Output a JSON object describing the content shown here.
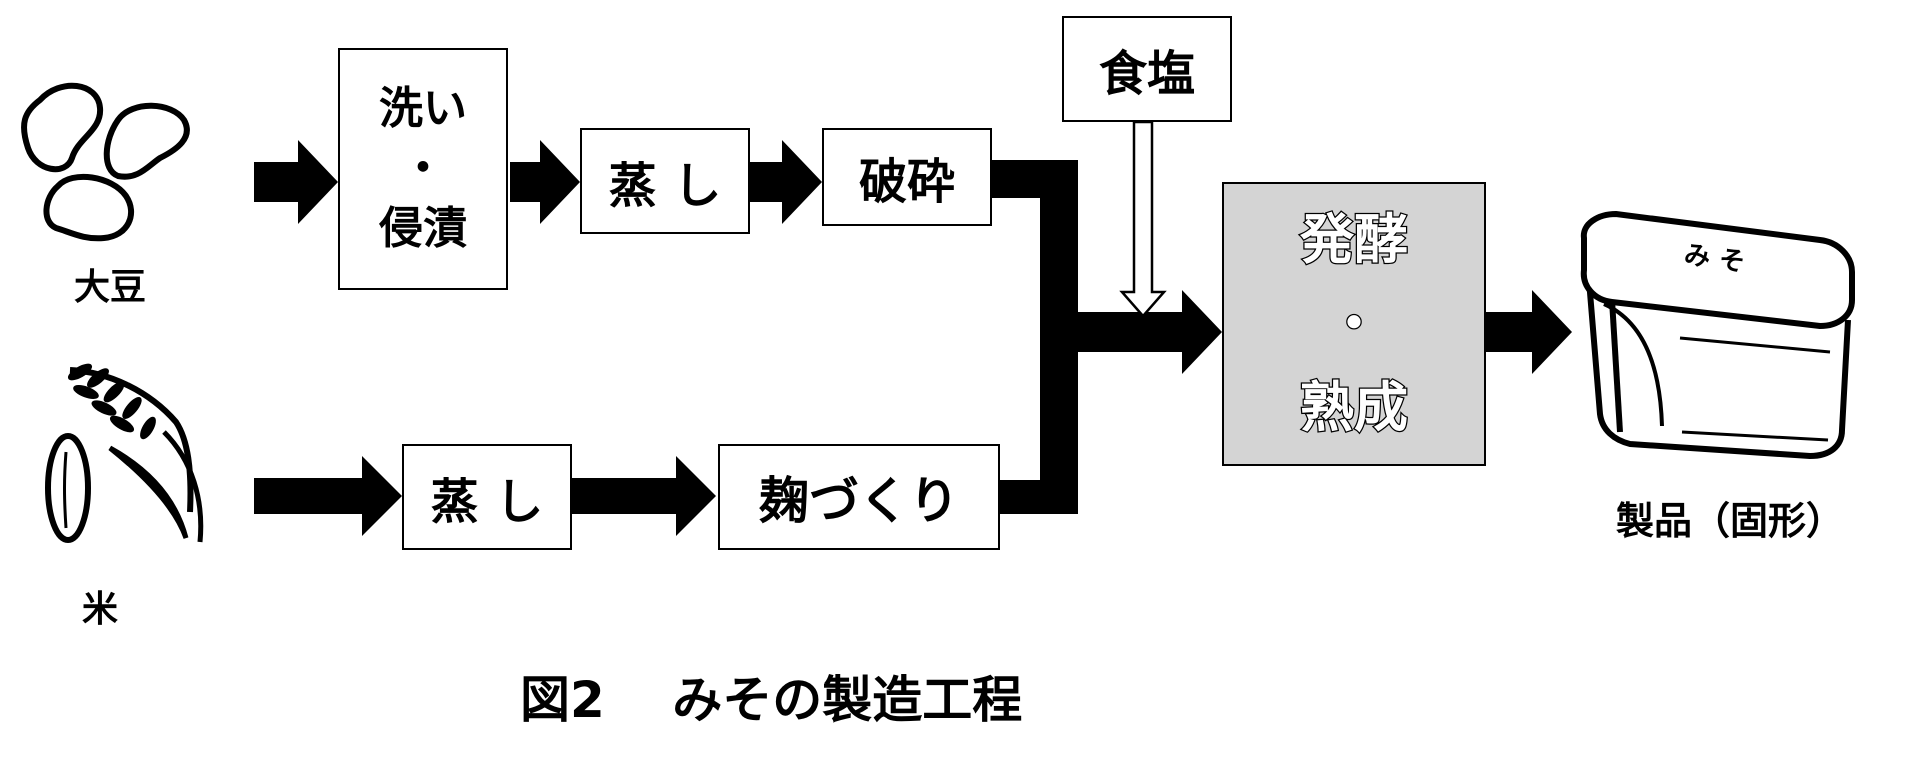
{
  "inputs": {
    "soybean": "大豆",
    "rice": "米",
    "salt": "食塩"
  },
  "steps": {
    "wash_top": "洗い",
    "wash_dot": "・",
    "wash_bottom": "侵漬",
    "steam_soy": "蒸 し",
    "crush": "破砕",
    "steam_rice": "蒸 し",
    "koji": "麹づくり",
    "ferment_top": "発酵",
    "ferment_dot": "・",
    "ferment_bottom": "熟成"
  },
  "product": {
    "label": "製品（固形）",
    "lid_text": "み そ"
  },
  "caption": "図2　 みその製造工程",
  "colors": {
    "line": "#000000",
    "ferment_fill": "#d4d4d4",
    "background": "#ffffff"
  }
}
